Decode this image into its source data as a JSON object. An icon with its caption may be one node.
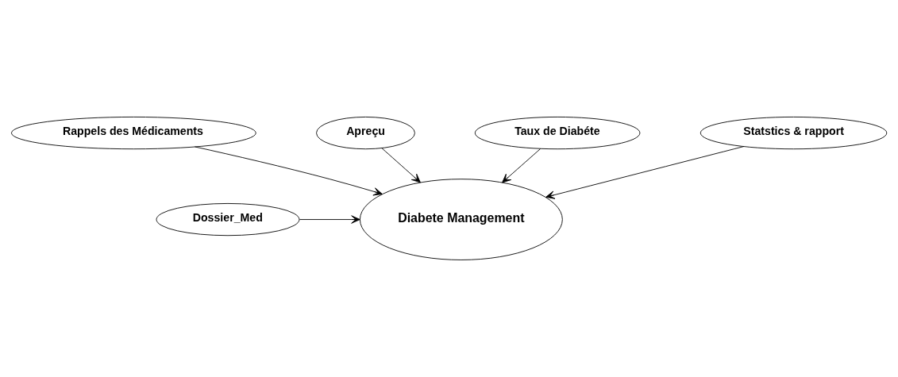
{
  "diagram": {
    "nodes": [
      {
        "text": [
          "Rappels des Médicaments"
        ]
      },
      {
        "text": [
          "Apreçu"
        ]
      },
      {
        "text": [
          "Diabete Management"
        ]
      },
      {
        "text": [
          "Dossier_Med"
        ]
      },
      {
        "text": [
          "Taux de Diabéte"
        ]
      },
      {
        "text": [
          "Statstics & rapport"
        ]
      }
    ],
    "edges": [
      {
        "from": 0,
        "to": 2,
        "arrow": "to"
      },
      {
        "from": 1,
        "to": 2,
        "arrow": "to"
      },
      {
        "from": 3,
        "to": 2,
        "arrow": "to"
      },
      {
        "from": 4,
        "to": 2,
        "arrow": "to"
      },
      {
        "from": 5,
        "to": 2,
        "arrow": "to"
      }
    ]
  }
}
